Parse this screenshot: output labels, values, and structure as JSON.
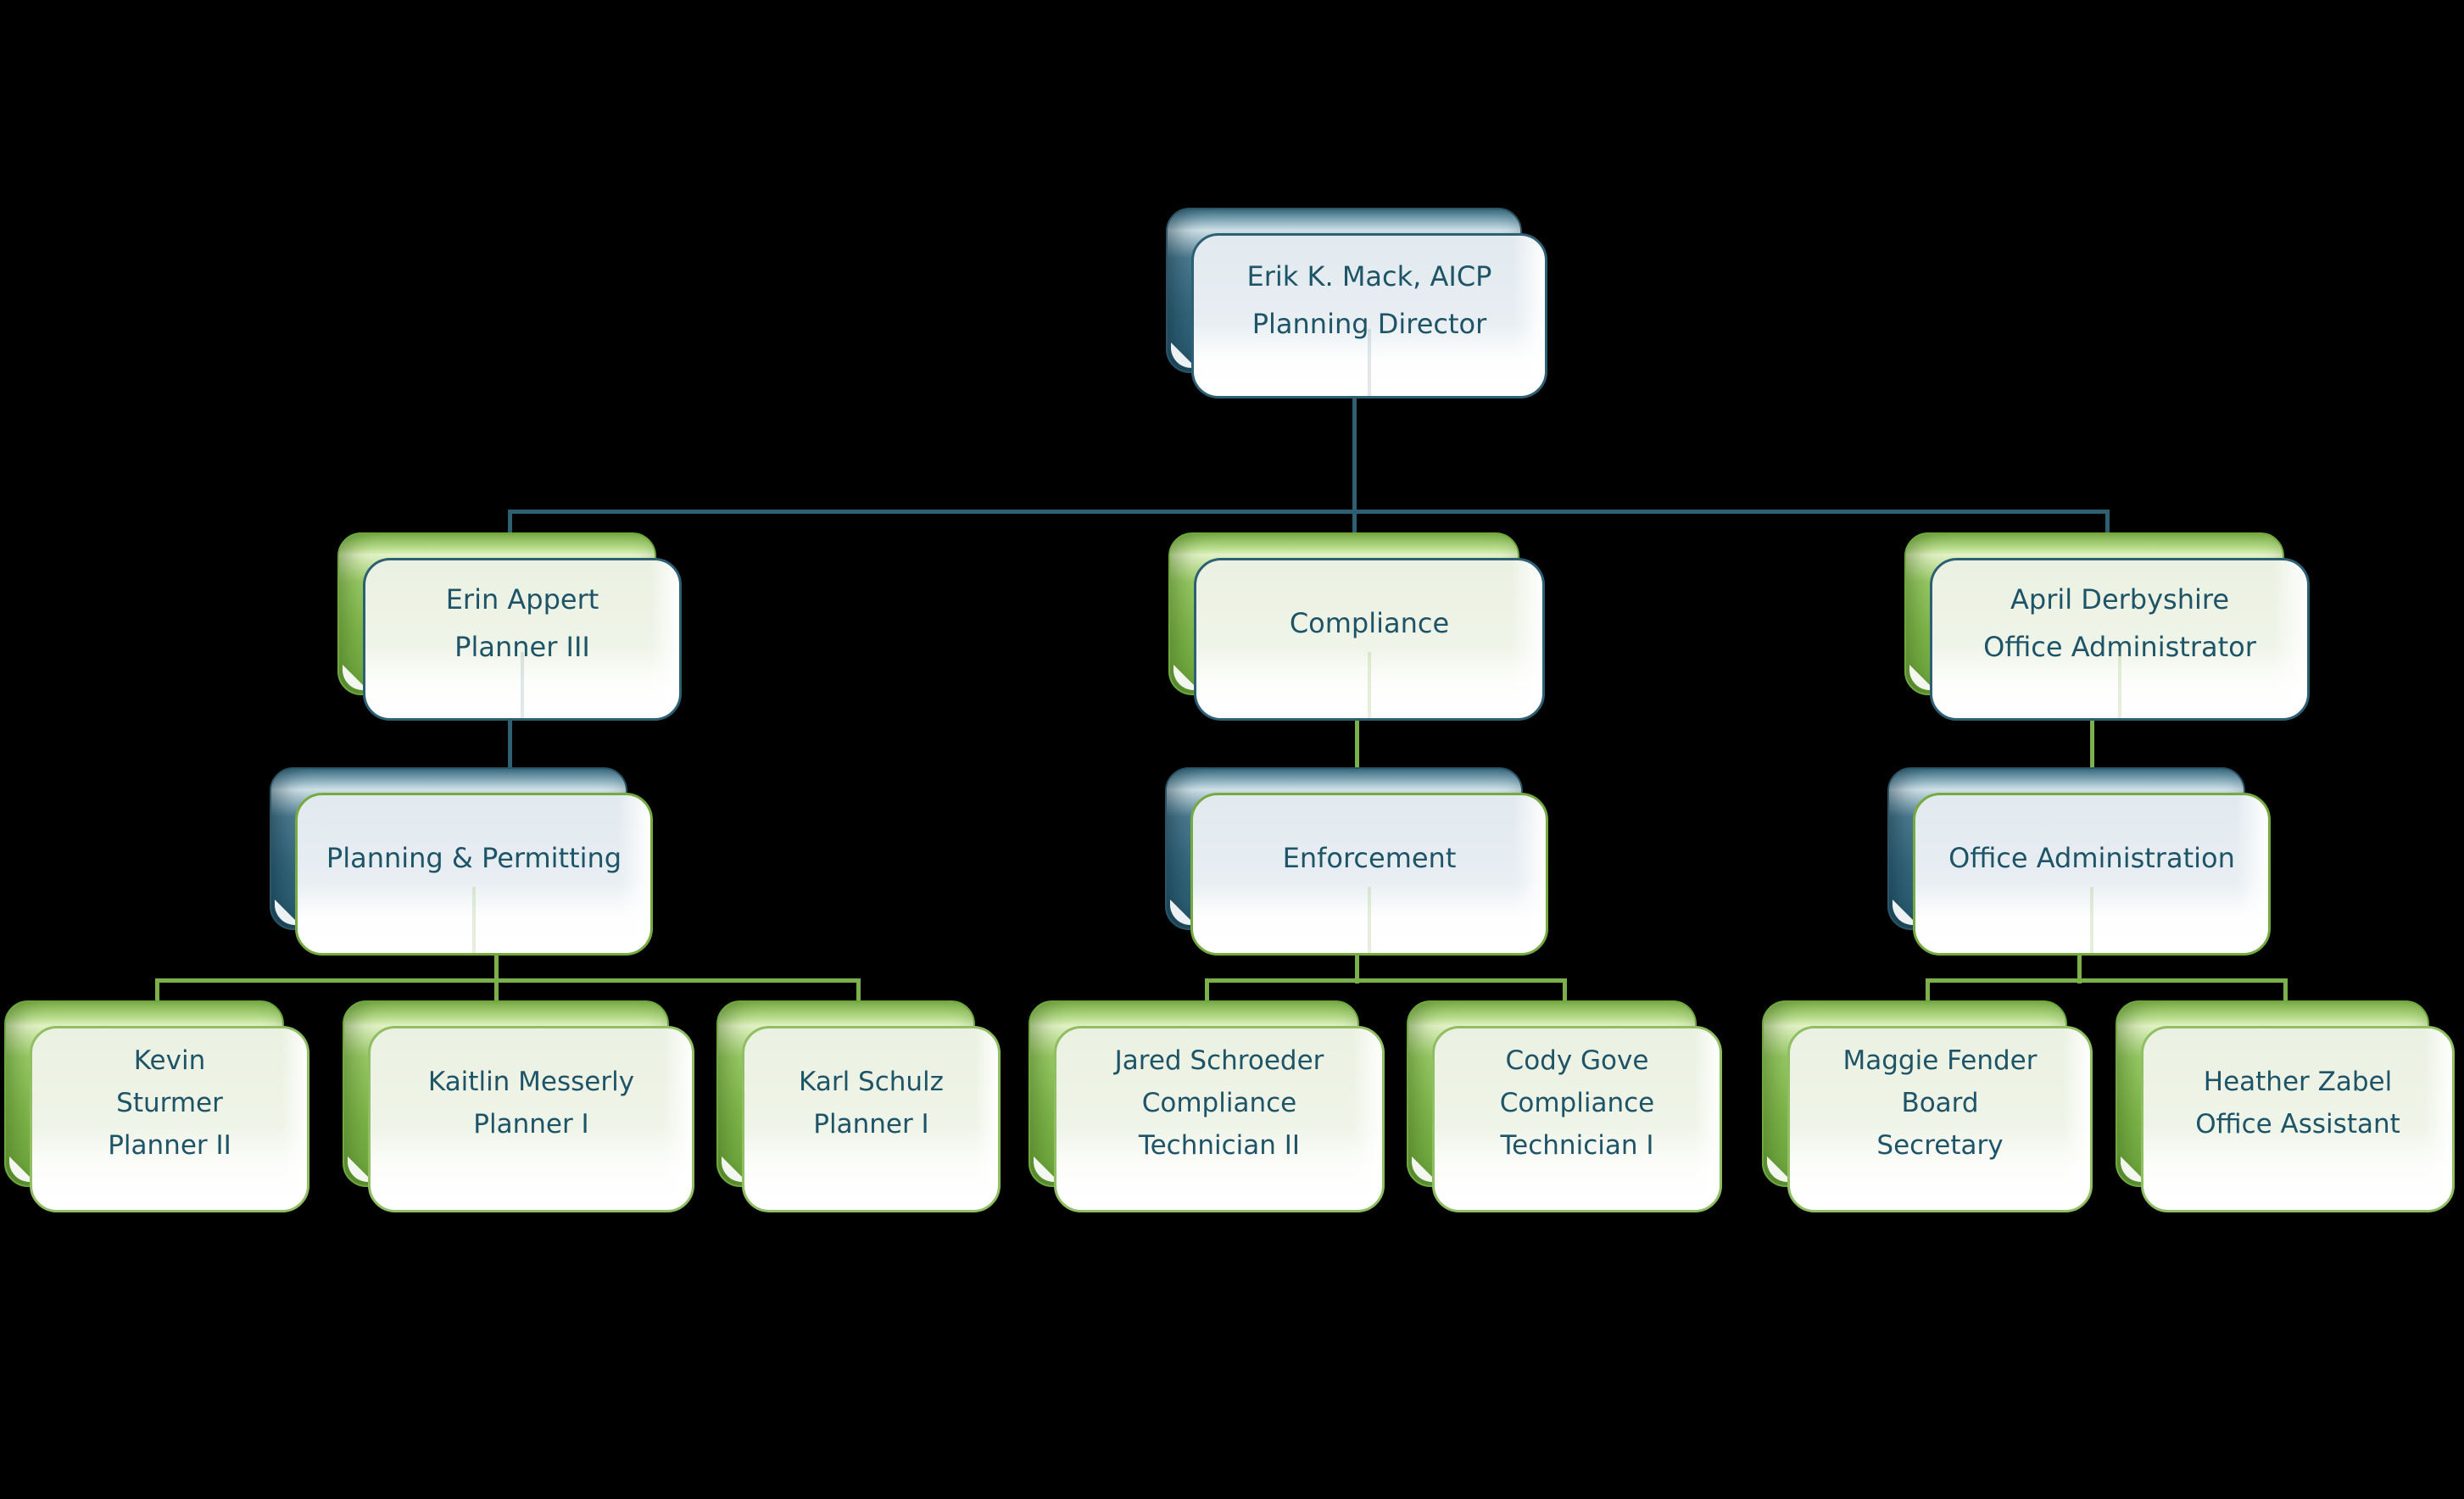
{
  "diagram": {
    "type": "organizational-chart",
    "background_color": "#000000",
    "text_color": "#1E5467",
    "connector_colors": {
      "teal": "#2F5F73",
      "green": "#7CB04A"
    },
    "node_styles": {
      "director": {
        "back_color": "#35687E",
        "front_fill": "#E8EEF2",
        "front_border": "#2D6074"
      },
      "assistant": {
        "back_color": "#7FB74B",
        "front_fill": "#EFF4E8",
        "front_border": "#2D6074"
      },
      "department": {
        "back_color": "#35687E",
        "front_fill": "#E8EEF2",
        "front_border": "#74AA3F"
      },
      "leaf": {
        "back_color": "#7FB74B",
        "front_fill": "#EFF4E8",
        "front_border": "#90BE62"
      }
    },
    "nodes": [
      {
        "id": "erik-mack",
        "lines": [
          "Erik K. Mack, AICP",
          "Planning Director"
        ],
        "reports_to": null
      },
      {
        "id": "erin-appert",
        "lines": [
          "Erin Appert",
          "Planner III"
        ],
        "reports_to": "erik-mack"
      },
      {
        "id": "compliance",
        "lines": [
          "Compliance"
        ],
        "reports_to": "erik-mack"
      },
      {
        "id": "april-derbyshire",
        "lines": [
          "April Derbyshire",
          "Office Administrator"
        ],
        "reports_to": "erik-mack"
      },
      {
        "id": "planning-permitting",
        "lines": [
          "Planning & Permitting"
        ],
        "reports_to": "erin-appert"
      },
      {
        "id": "enforcement",
        "lines": [
          "Enforcement"
        ],
        "reports_to": "compliance"
      },
      {
        "id": "office-administration",
        "lines": [
          "Office Administration"
        ],
        "reports_to": "april-derbyshire"
      },
      {
        "id": "kevin-sturmer",
        "lines": [
          "Kevin",
          "Sturmer",
          "Planner II"
        ],
        "reports_to": "planning-permitting"
      },
      {
        "id": "kaitlin-messerly",
        "lines": [
          "Kaitlin Messerly",
          "Planner I"
        ],
        "reports_to": "planning-permitting"
      },
      {
        "id": "karl-schulz",
        "lines": [
          "Karl Schulz",
          "Planner I"
        ],
        "reports_to": "planning-permitting"
      },
      {
        "id": "jared-schroeder",
        "lines": [
          "Jared Schroeder",
          "Compliance",
          "Technician II"
        ],
        "reports_to": "enforcement"
      },
      {
        "id": "cody-gove",
        "lines": [
          "Cody Gove",
          "Compliance",
          "Technician I"
        ],
        "reports_to": "enforcement"
      },
      {
        "id": "maggie-fender",
        "lines": [
          "Maggie Fender",
          "Board",
          "Secretary"
        ],
        "reports_to": "office-administration"
      },
      {
        "id": "heather-zabel",
        "lines": [
          "Heather Zabel",
          "Office Assistant"
        ],
        "reports_to": "office-administration"
      }
    ]
  }
}
